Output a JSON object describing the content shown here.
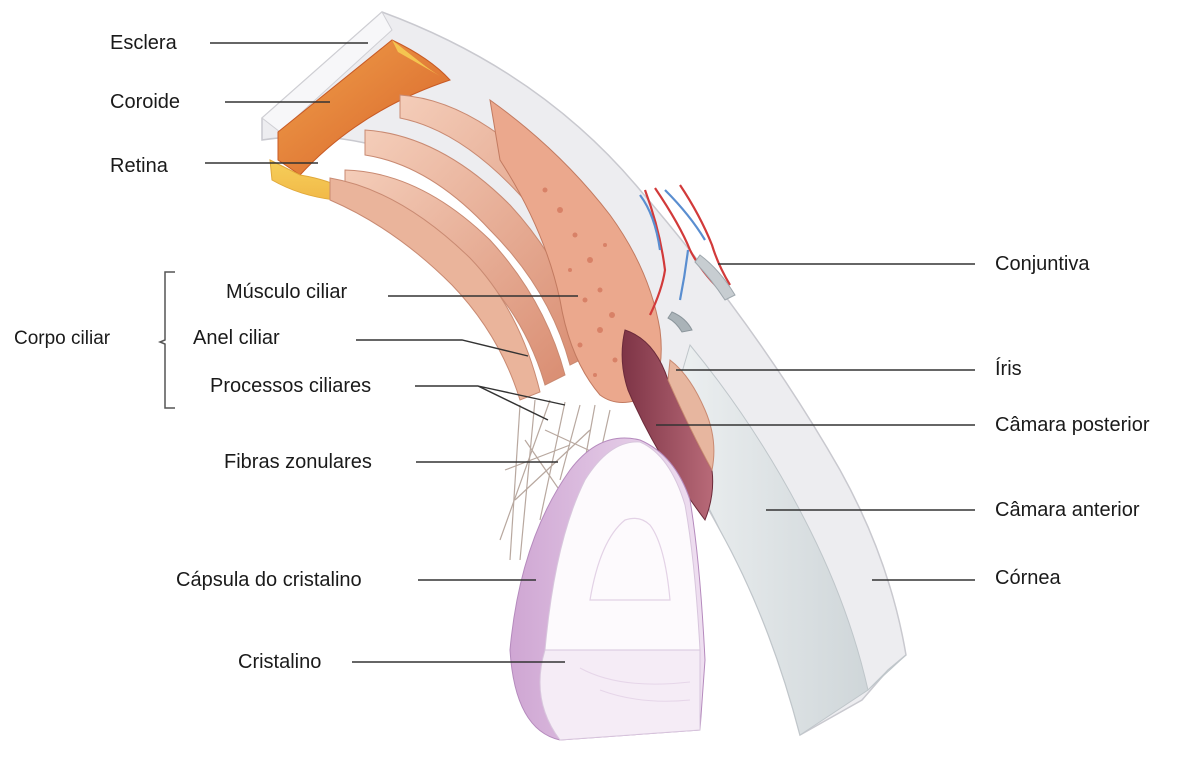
{
  "labels": {
    "esclera": "Esclera",
    "coroide": "Coroide",
    "retina": "Retina",
    "corpo_ciliar": "Corpo ciliar",
    "musculo_ciliar": "Músculo ciliar",
    "anel_ciliar": "Anel ciliar",
    "processos_ciliares": "Processos ciliares",
    "fibras_zonulares": "Fibras zonulares",
    "capsula_cristalino": "Cápsula do cristalino",
    "cristalino": "Cristalino",
    "conjuntiva": "Conjuntiva",
    "iris": "Íris",
    "camara_posterior": "Câmara posterior",
    "camara_anterior": "Câmara anterior",
    "cornea": "Córnea"
  },
  "colors": {
    "sclera": "#ececee",
    "choroid": "#e57f3b",
    "retina": "#f3c64e",
    "ciliary_body": "#e8a88a",
    "iris": "#9e4e60",
    "lens_capsule": "#d9b8dd",
    "lens": "#fbf7fb",
    "cornea": "#dfe4e6",
    "leader_line": "#333333"
  }
}
